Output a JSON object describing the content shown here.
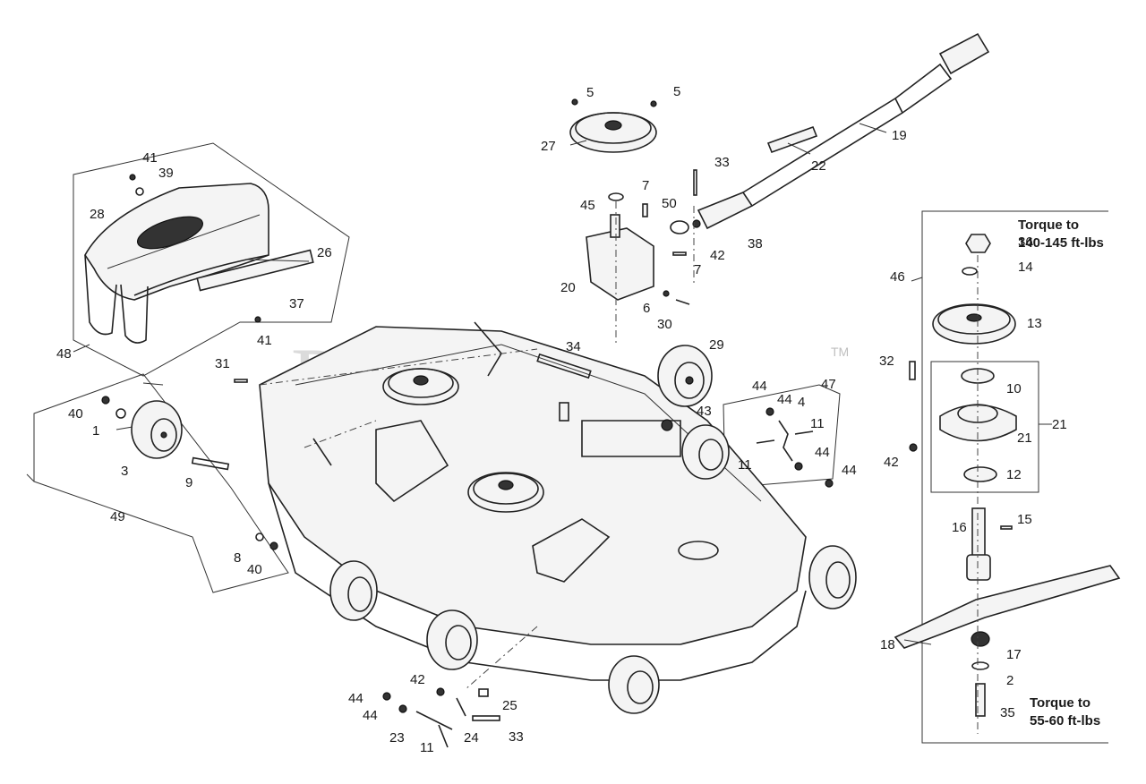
{
  "watermark": {
    "brand": "PartsTree",
    "trademark": "TM"
  },
  "notes": {
    "torque_top_line1": "Torque to",
    "torque_top_line2": "140-145 ft-lbs",
    "torque_bottom_line1": "Torque to",
    "torque_bottom_line2": "55-60 ft-lbs"
  },
  "callouts": [
    "5",
    "5",
    "27",
    "19",
    "22",
    "33",
    "7",
    "50",
    "45",
    "38",
    "42",
    "20",
    "6",
    "30",
    "7",
    "41",
    "39",
    "28",
    "26",
    "37",
    "41",
    "48",
    "31",
    "34",
    "29",
    "40",
    "1",
    "3",
    "9",
    "49",
    "8",
    "40",
    "44",
    "44",
    "47",
    "4",
    "43",
    "11",
    "11",
    "44",
    "44",
    "36",
    "14",
    "46",
    "13",
    "32",
    "10",
    "21",
    "21",
    "42",
    "12",
    "16",
    "15",
    "18",
    "17",
    "2",
    "35",
    "42",
    "25",
    "44",
    "44",
    "23",
    "24",
    "33",
    "11"
  ]
}
